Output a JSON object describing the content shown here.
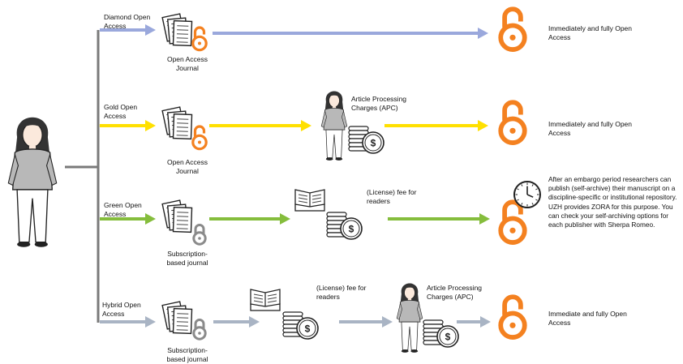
{
  "colors": {
    "diamond": "#9aa8dc",
    "gold": "#ffe000",
    "green": "#85bd3c",
    "hybrid": "#a9b4c4",
    "oa_lock": "#f48120",
    "closed_lock": "#8a8a8a",
    "tree": "#7a7a7a"
  },
  "icons": {
    "person": "person-icon",
    "documents": "document-stack-icon",
    "open_lock": "open-access-lock-icon",
    "closed_lock": "closed-lock-icon",
    "coins": "coin-stack-icon",
    "reader": "reader-book-icon",
    "clock": "clock-icon"
  },
  "routes": [
    {
      "label": "Diamond Open Access",
      "journal": "Open Access Journal",
      "outcome": "Immediately and fully Open Access"
    },
    {
      "label": "Gold Open Access",
      "journal": "Open Access Journal",
      "fee": "Article Processing Charges (APC)",
      "outcome": "Immediately and fully Open Access"
    },
    {
      "label": "Green Open Access",
      "journal": "Subscription-based journal",
      "fee": "(License) fee for readers",
      "outcome": "After an embargo period researchers can publish (self-archive) their manuscript on a discipline-specific  or institutional repository. UZH provides ZORA for this purpose. You can check your self-archiving options for each publisher with Sherpa Romeo."
    },
    {
      "label": "Hybrid Open Access",
      "journal": "Subscription-based journal",
      "fee": "(License) fee for readers",
      "fee2": "Article Processing Charges (APC)",
      "outcome": "Immediate and fully Open Access"
    }
  ]
}
